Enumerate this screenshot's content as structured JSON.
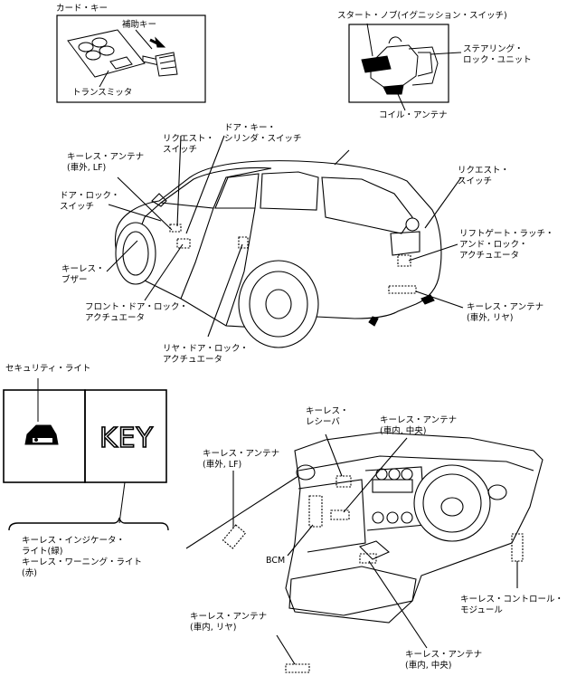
{
  "card_key": {
    "title": "カード・キー",
    "aux_key": "補助キー",
    "transmitter": "トランスミッタ"
  },
  "ignition": {
    "start_knob": "スタート・ノブ(イグニッション・スイッチ)",
    "steering_lock": [
      "ステアリング・",
      "ロック・ユニット"
    ],
    "coil_antenna": "コイル・アンテナ"
  },
  "car": {
    "door_key_cyl": [
      "ドア・キー・",
      "シリンダ・スイッチ"
    ],
    "request_switch_front": [
      "リクエスト・",
      "スイッチ"
    ],
    "keyless_antenna_lf": [
      "キーレス・アンテナ",
      "(車外, LF)"
    ],
    "door_lock_switch": [
      "ドア・ロック・",
      "スイッチ"
    ],
    "keyless_buzzer": [
      "キーレス・",
      "ブザー"
    ],
    "front_door_lock_act": [
      "フロント・ドア・ロック・",
      "アクチュエータ"
    ],
    "rear_door_lock_act": [
      "リヤ・ドア・ロック・",
      "アクチュエータ"
    ],
    "request_switch_rear": [
      "リクエスト・",
      "スイッチ"
    ],
    "liftgate_latch": [
      "リフトゲート・ラッチ・",
      "アンド・ロック・",
      "アクチュエータ"
    ],
    "keyless_antenna_rear": [
      "キーレス・アンテナ",
      "(車外, リヤ)"
    ]
  },
  "indicator": {
    "security_light": "セキュリティ・ライト",
    "key_text": "KEY",
    "keyless_indicator": [
      "キーレス・インジケータ・",
      "ライト(緑)"
    ],
    "keyless_warning": [
      "キーレス・ワーニング・ライト",
      "(赤)"
    ]
  },
  "dash": {
    "keyless_receiver": [
      "キーレス・",
      "レシーバ"
    ],
    "antenna_in_center": [
      "キーレス・アンテナ",
      "(車内, 中央)"
    ],
    "antenna_out_lf": [
      "キーレス・アンテナ",
      "(車外, LF)"
    ],
    "bcm": "BCM",
    "control_module": [
      "キーレス・コントロール・",
      "モジュール"
    ],
    "antenna_in_rear": [
      "キーレス・アンテナ",
      "(車内, リヤ)"
    ],
    "antenna_in_center_2": [
      "キーレス・アンテナ",
      "(車内, 中央)"
    ]
  }
}
